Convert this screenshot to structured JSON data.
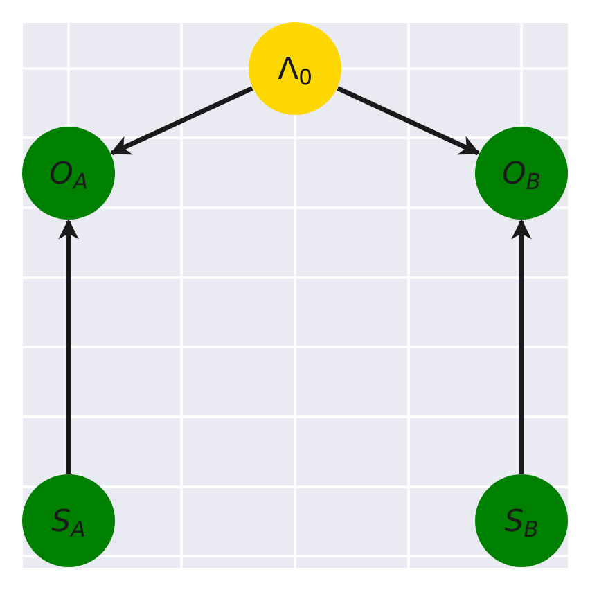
{
  "diagram": {
    "type": "directed-graph",
    "colors": {
      "panel_background": "#eaeaf2",
      "grid_line": "#ffffff",
      "edge": "#1a1a1a",
      "label_text": "#1a1a1a"
    },
    "nodes": [
      {
        "id": "lambda0",
        "symbol": "Λ",
        "subscript": "0",
        "italic": false,
        "color": "#ffd700"
      },
      {
        "id": "oa",
        "symbol": "O",
        "subscript": "A",
        "italic": true,
        "color": "#008000"
      },
      {
        "id": "ob",
        "symbol": "O",
        "subscript": "B",
        "italic": true,
        "color": "#008000"
      },
      {
        "id": "sa",
        "symbol": "S",
        "subscript": "A",
        "italic": true,
        "color": "#008000"
      },
      {
        "id": "sb",
        "symbol": "S",
        "subscript": "B",
        "italic": true,
        "color": "#008000"
      }
    ],
    "edges": [
      {
        "from": "lambda0",
        "to": "oa"
      },
      {
        "from": "lambda0",
        "to": "ob"
      },
      {
        "from": "sa",
        "to": "oa"
      },
      {
        "from": "sb",
        "to": "ob"
      }
    ]
  }
}
